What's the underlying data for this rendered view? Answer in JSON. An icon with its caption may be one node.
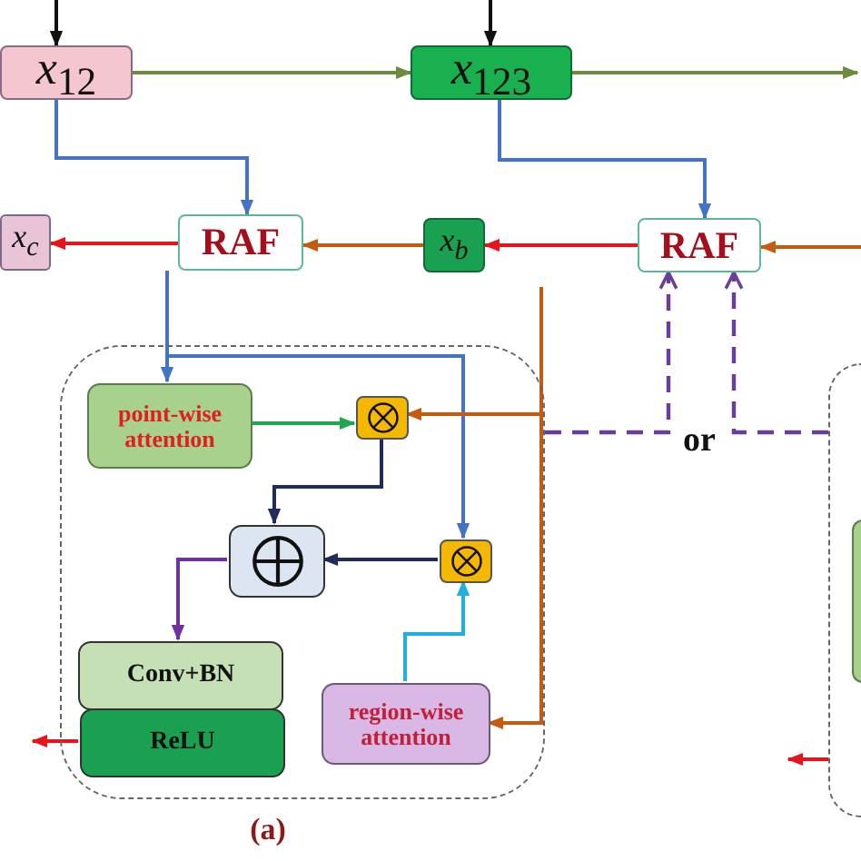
{
  "diagram": {
    "nodes": [
      {
        "text": [
          "*x*$_{12}$"
        ]
      },
      {
        "text": [
          "*x*$_{123}$"
        ]
      },
      {
        "text": [
          "x$_{c}$"
        ]
      },
      {
        "text": [
          "RAF"
        ]
      },
      {
        "text": [
          "x$_{b}$"
        ]
      },
      {
        "text": [
          "RAF"
        ]
      },
      {
        "text": [],
        "shape": "box",
        "beside": [
          "(a)"
        ]
      },
      {
        "text": [
          "point-wise attention"
        ],
        "in": 6
      },
      {
        "text": [],
        "shape": "box",
        "in": 6
      },
      {
        "text": [],
        "shape": "box",
        "in": 6
      },
      {
        "text": [],
        "shape": "box",
        "in": 6
      },
      {
        "text": [
          "Conv+BN"
        ],
        "in": 6
      },
      {
        "text": [
          "ReLU"
        ],
        "in": 6
      },
      {
        "text": [
          "region-wise attention"
        ],
        "in": 6
      },
      {
        "text": [],
        "shape": "box"
      },
      {
        "text": [],
        "shape": "box",
        "in": 14
      }
    ],
    "edges": [
      {
        "from": null,
        "to": 0,
        "arrow": "to",
        "color": "#111111"
      },
      {
        "from": null,
        "to": 1,
        "arrow": "to",
        "color": "#111111"
      },
      {
        "from": 0,
        "to": 1,
        "arrow": "to",
        "color": "#6e8b3d"
      },
      {
        "from": 1,
        "to": null,
        "arrow": "to",
        "color": "#6e8b3d"
      },
      {
        "from": 0,
        "to": 3,
        "arrow": "to",
        "color": "#4472c4"
      },
      {
        "from": 1,
        "to": 5,
        "arrow": "to",
        "color": "#4472c4"
      },
      {
        "from": 3,
        "to": 2,
        "arrow": "to",
        "color": "#e8141c"
      },
      {
        "from": 4,
        "to": 3,
        "arrow": "to",
        "color": "#c55a11"
      },
      {
        "from": 5,
        "to": 4,
        "arrow": "to",
        "color": "#e8141c"
      },
      {
        "from": null,
        "to": 5,
        "arrow": "to",
        "color": "#c55a11"
      },
      {
        "from": 6,
        "to": 5,
        "arrow": "to",
        "style": "dashed",
        "color": "#6a3d9a"
      },
      {
        "from": 14,
        "to": 5,
        "arrow": "to",
        "style": "dashed",
        "color": "#6a3d9a"
      },
      {
        "from": 3,
        "to": 7,
        "arrow": "to",
        "color": "#4472c4"
      },
      {
        "from": 3,
        "to": 10,
        "arrow": "to",
        "color": "#4472c4"
      },
      {
        "from": null,
        "to": 8,
        "arrow": "to",
        "color": "#c55a11"
      },
      {
        "from": null,
        "to": 13,
        "arrow": "to",
        "color": "#c55a11"
      },
      {
        "from": 7,
        "to": 8,
        "arrow": "to",
        "color": "#1fa84f"
      },
      {
        "from": 8,
        "to": 9,
        "arrow": "to",
        "color": "#1f2d5a"
      },
      {
        "from": 10,
        "to": 9,
        "arrow": "to",
        "color": "#1f2d5a"
      },
      {
        "from": 13,
        "to": 10,
        "arrow": "to",
        "color": "#1fb0e0"
      },
      {
        "from": 9,
        "to": 11,
        "arrow": "to",
        "color": "#7030a0"
      },
      {
        "from": 12,
        "to": null,
        "arrow": "to",
        "color": "#e8141c"
      },
      {
        "from": 14,
        "to": null,
        "arrow": "to",
        "color": "#e8141c"
      }
    ],
    "labels": [
      "or"
    ]
  }
}
